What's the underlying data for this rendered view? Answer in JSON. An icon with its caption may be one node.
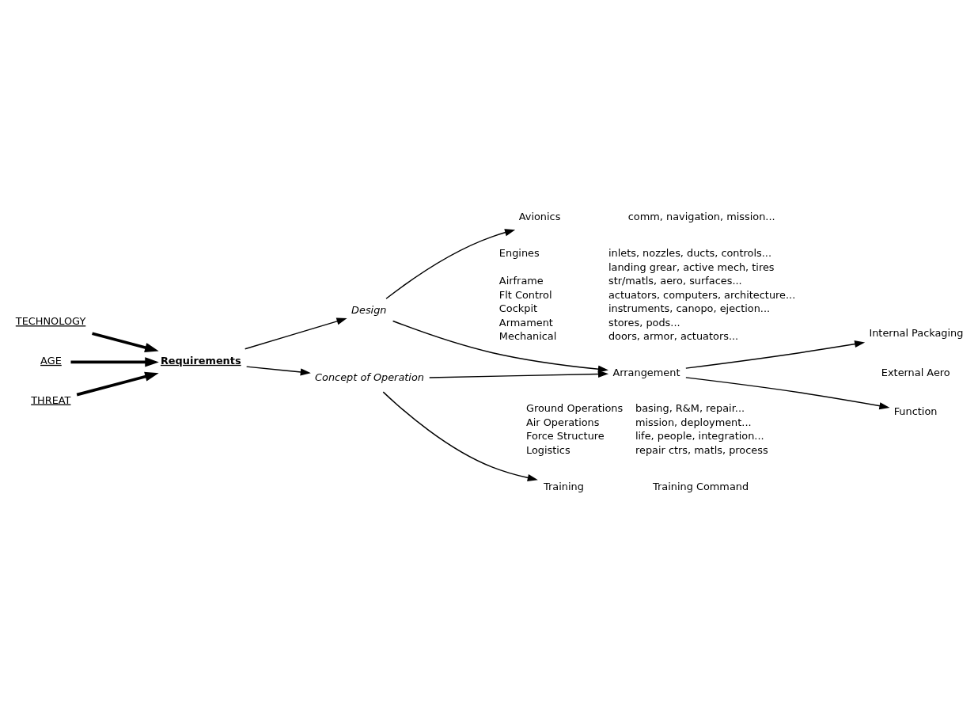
{
  "diagram": {
    "nodes": [
      {
        "text": [
          "TECHNOLOGY"
        ]
      },
      {
        "text": [
          "AGE"
        ]
      },
      {
        "text": [
          "Requirements"
        ]
      },
      {
        "text": [
          "THREAT"
        ]
      },
      {
        "text": [
          "Design"
        ]
      },
      {
        "text": [
          "Concept of Operation"
        ]
      },
      {
        "text": [
          "Avionics"
        ],
        "beside": [
          "comm, navigation, mission..."
        ]
      },
      {
        "text": [
          "Arrangement"
        ]
      },
      {
        "text": [
          "Internal Packaging"
        ]
      },
      {
        "text": [
          "Function"
        ]
      },
      {
        "text": [
          "Training"
        ],
        "beside": [
          "Training Command"
        ]
      }
    ],
    "edges": [
      {
        "from": 0,
        "to": 2,
        "arrow": "to",
        "style": "thick"
      },
      {
        "from": 1,
        "to": 2,
        "arrow": "to",
        "style": "thick"
      },
      {
        "from": 3,
        "to": 2,
        "arrow": "to",
        "style": "thick"
      },
      {
        "from": 2,
        "to": 4,
        "arrow": "to"
      },
      {
        "from": 2,
        "to": 5,
        "arrow": "to"
      },
      {
        "from": 4,
        "to": 6,
        "arrow": "to"
      },
      {
        "from": 4,
        "to": 7,
        "arrow": "to"
      },
      {
        "from": 5,
        "to": 7,
        "arrow": "to"
      },
      {
        "from": 5,
        "to": 10,
        "arrow": "to"
      },
      {
        "from": 7,
        "to": 8,
        "arrow": "to"
      },
      {
        "from": 7,
        "to": 9,
        "arrow": "to"
      }
    ],
    "labels": [
      "Engines",
      "inlets, nozzles, ducts, controls...",
      "landing grear, active mech, tires",
      "Airframe",
      "str/matls, aero, surfaces...",
      "Flt Control",
      "actuators, computers, architecture...",
      "Cockpit",
      "instruments, canopo, ejection...",
      "Armament",
      "stores, pods...",
      "Mechanical",
      "doors, armor, actuators...",
      "External Aero",
      "Ground Operations",
      "basing, R&M, repair...",
      "Air Operations",
      "mission, deployment...",
      "Force Structure",
      "life, people, integration...",
      "Logistics",
      "repair ctrs, matls, process"
    ]
  }
}
